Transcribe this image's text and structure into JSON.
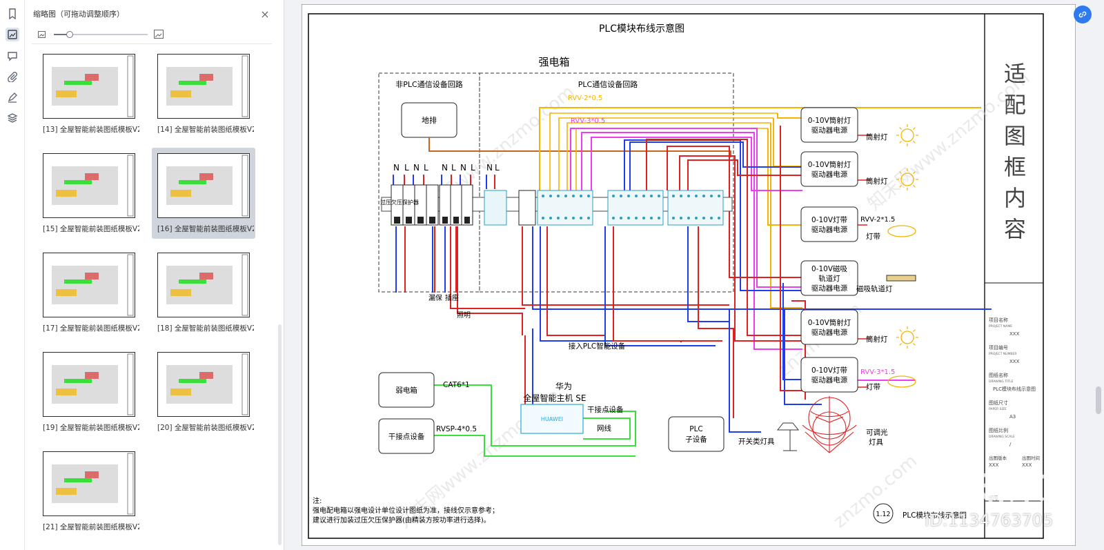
{
  "sidebar": {
    "title": "缩略图（可拖动调整顺序）",
    "thumbnails": [
      {
        "label": "[13] 全屋智能前装图纸模板V2....",
        "selected": false
      },
      {
        "label": "[14] 全屋智能前装图纸模板V2....",
        "selected": false
      },
      {
        "label": "[15] 全屋智能前装图纸模板V2....",
        "selected": false
      },
      {
        "label": "[16] 全屋智能前装图纸模板V2....",
        "selected": true
      },
      {
        "label": "[17] 全屋智能前装图纸模板V2....",
        "selected": false
      },
      {
        "label": "[18] 全屋智能前装图纸模板V2....",
        "selected": false
      },
      {
        "label": "[19] 全屋智能前装图纸模板V2....",
        "selected": false
      },
      {
        "label": "[20] 全屋智能前装图纸模板V2....",
        "selected": false
      },
      {
        "label": "[21] 全屋智能前装图纸模板V2....",
        "selected": false
      }
    ]
  },
  "rail_icons": [
    "bookmark-icon",
    "thumbnail-icon",
    "comment-icon",
    "attachment-icon",
    "signature-icon",
    "layers-icon"
  ],
  "drawing": {
    "title": "PLC模块布线示意图",
    "box_title": "强电箱",
    "non_plc_label": "非PLC通信设备回路",
    "plc_label": "PLC通信设备回路",
    "dipai": "地排",
    "nl_labels": [
      "N",
      "L",
      "N",
      "L",
      "N",
      "L",
      "N",
      "L",
      "N",
      "L"
    ],
    "protector": "过压欠压保护器",
    "rvv2": "RVV-2*0.5",
    "rvv3": "RVV-3*0.5",
    "loubao": "漏保",
    "chazuo": "插座",
    "zhaoming": "照明",
    "jieru": "接入PLC智能设备",
    "drivers": [
      {
        "line1": "0-10V筒射灯",
        "line2": "驱动器电源",
        "line3": "",
        "lamp": "筒射灯"
      },
      {
        "line1": "0-10V筒射灯",
        "line2": "驱动器电源",
        "line3": "",
        "lamp": "筒射灯"
      },
      {
        "line1": "0-10V灯带",
        "line2": "驱动器电源",
        "line3": "",
        "lamp": "灯带"
      },
      {
        "line1": "0-10V磁吸",
        "line2": "轨道灯",
        "line3": "驱动器电源",
        "lamp": "磁吸轨道灯"
      },
      {
        "line1": "0-10V筒射灯",
        "line2": "驱动器电源",
        "line3": "",
        "lamp": "筒射灯"
      },
      {
        "line1": "0-10V灯带",
        "line2": "驱动器电源",
        "line3": "",
        "lamp": "灯带"
      }
    ],
    "rvv2_15": "RVV-2*1.5",
    "rvv3_15": "RVV-3*1.5",
    "ruodian": "弱电箱",
    "ganjiedian": "干接点设备",
    "cat6": "CAT6*1",
    "rvsp": "RVSP-4*0.5",
    "host_line1": "华为",
    "host_line2": "全屋智能主机 SE",
    "host_logo": "HUAWEI",
    "gan_label": "干接点设备",
    "wangxian": "网线",
    "plc_sub1": "PLC",
    "plc_sub2": "子设备",
    "switch_lamp": "开关类灯具",
    "dim_lamp1": "可调光",
    "dim_lamp2": "灯具",
    "note_title": "注:",
    "note1": "强电配电箱以强电设计单位设计图纸为准，接线仅示意参考；",
    "note2": "建议进行加装过压欠压保护器(由精装方按功率进行选择)。",
    "sheet_no": "1.12",
    "sheet_title": "PLC模块布线示意图",
    "tb_big": [
      "适",
      "配",
      "图",
      "框",
      "内",
      "容"
    ],
    "tb_fields": [
      {
        "cn": "项目名称",
        "en": "PROJECT NAME",
        "val": "XXX"
      },
      {
        "cn": "项目编号",
        "en": "PROJECT NUMBER",
        "val": "XXX"
      },
      {
        "cn": "图纸名称",
        "en": "DRAWING TITLE",
        "val": "PLC模块布线示意图"
      },
      {
        "cn": "图纸尺寸",
        "en": "PAPER SIZE",
        "val": "A3"
      },
      {
        "cn": "图纸比例",
        "en": "DRAWING SCALE",
        "val": "/"
      }
    ],
    "tb_version": "出图版本",
    "tb_date": "出图时间",
    "tb_xxx1": "XXX",
    "tb_xxx2": "XXX",
    "tb_tuhao": "图号"
  },
  "watermark": {
    "text": "知末",
    "id": "ID:1134763705",
    "diag": "znzmo.com",
    "diag2": "知末网www.znzmo.com"
  },
  "colors": {
    "orange": "#f5b300",
    "magenta": "#f03cf0",
    "red": "#e02020",
    "blue": "#1f3cf0",
    "green": "#3ae03a",
    "brown": "#c8641e",
    "accent": "#2e7bf0"
  }
}
